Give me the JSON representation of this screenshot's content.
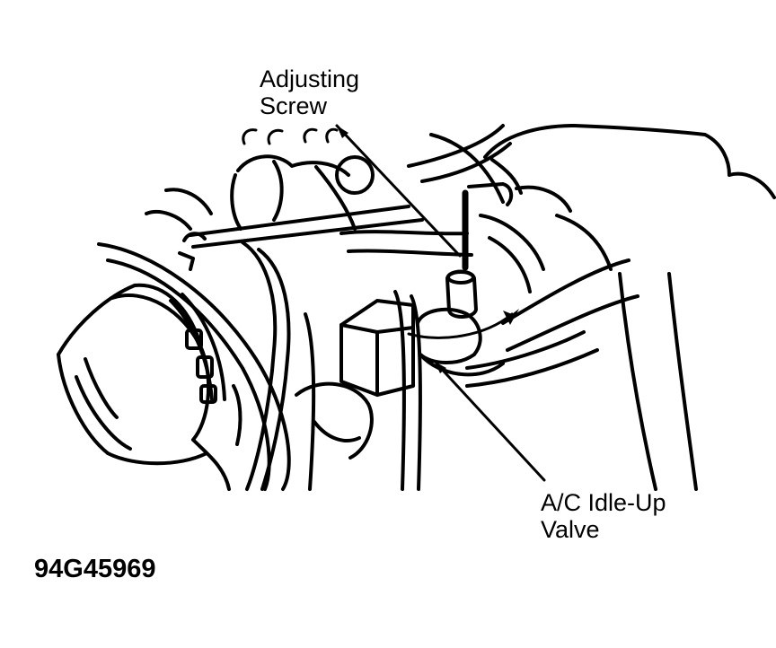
{
  "figure": {
    "callouts": {
      "adjusting_screw": {
        "line1": "Adjusting",
        "line2": "Screw"
      },
      "ac_idle_up_valve": {
        "line1": "A/C Idle-Up",
        "line2": "Valve"
      }
    },
    "figure_id": "94G45969"
  }
}
